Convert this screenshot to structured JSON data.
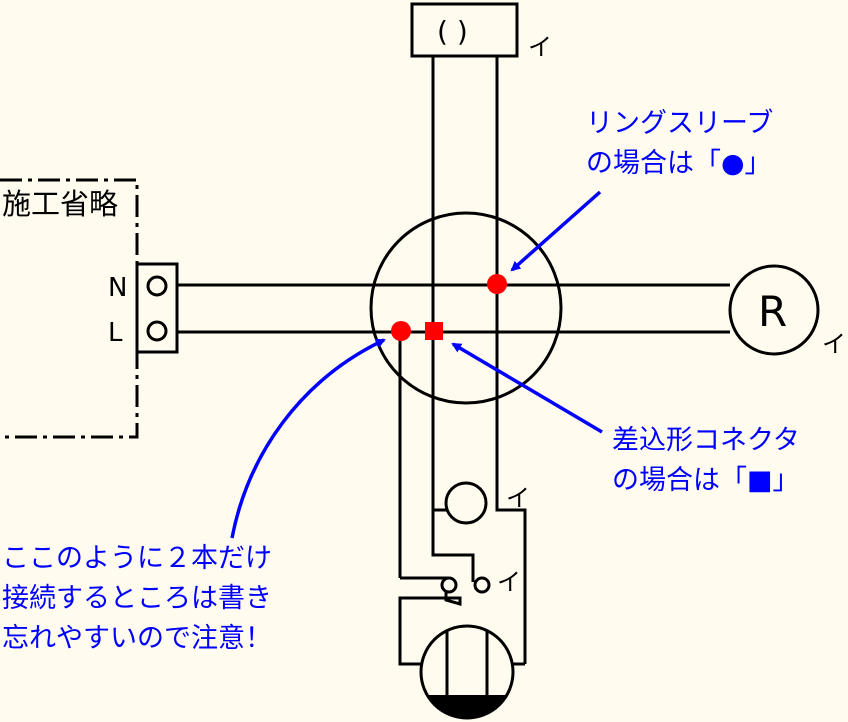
{
  "colors": {
    "background": "#fffbef",
    "wire": "#000000",
    "annotation": "#0000ff",
    "connection_mark": "#ff0000"
  },
  "symbols": {
    "top_fixture_label": "(   )",
    "top_fixture_sub": "イ",
    "outlet_label": "R",
    "outlet_sub": "イ",
    "pilot_sub": "イ",
    "switch_sub": "イ"
  },
  "panel": {
    "title": "施工省略",
    "terminal_n": "N",
    "terminal_l": "L"
  },
  "notes": {
    "ring_sleeve": [
      "リングスリーブ",
      "の場合は「●」"
    ],
    "connector": [
      "差込形コネクタ",
      "の場合は「■」"
    ],
    "caution": [
      "ここのように２本だけ",
      "接続するところは書き",
      "忘れやすいので注意！"
    ]
  },
  "icons": [
    "ring-sleeve-dot-icon",
    "connector-square-icon",
    "arrow-icon"
  ]
}
